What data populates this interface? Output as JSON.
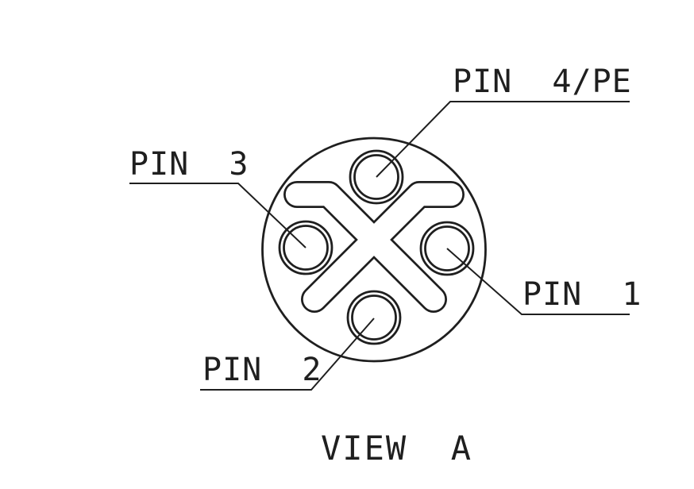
{
  "diagram": {
    "type": "connector-pinout-view",
    "caption": "VIEW  A",
    "pins": [
      {
        "id": 1,
        "label": "PIN  1",
        "position": "right"
      },
      {
        "id": 2,
        "label": "PIN  2",
        "position": "bottom"
      },
      {
        "id": 3,
        "label": "PIN  3",
        "position": "left"
      },
      {
        "id": 4,
        "label": "PIN  4/PE",
        "position": "top"
      }
    ],
    "features": {
      "keying": "x-coded-slot",
      "pin_count": 4
    },
    "colors": {
      "line": "#1f1f1f",
      "background": "#ffffff"
    }
  }
}
